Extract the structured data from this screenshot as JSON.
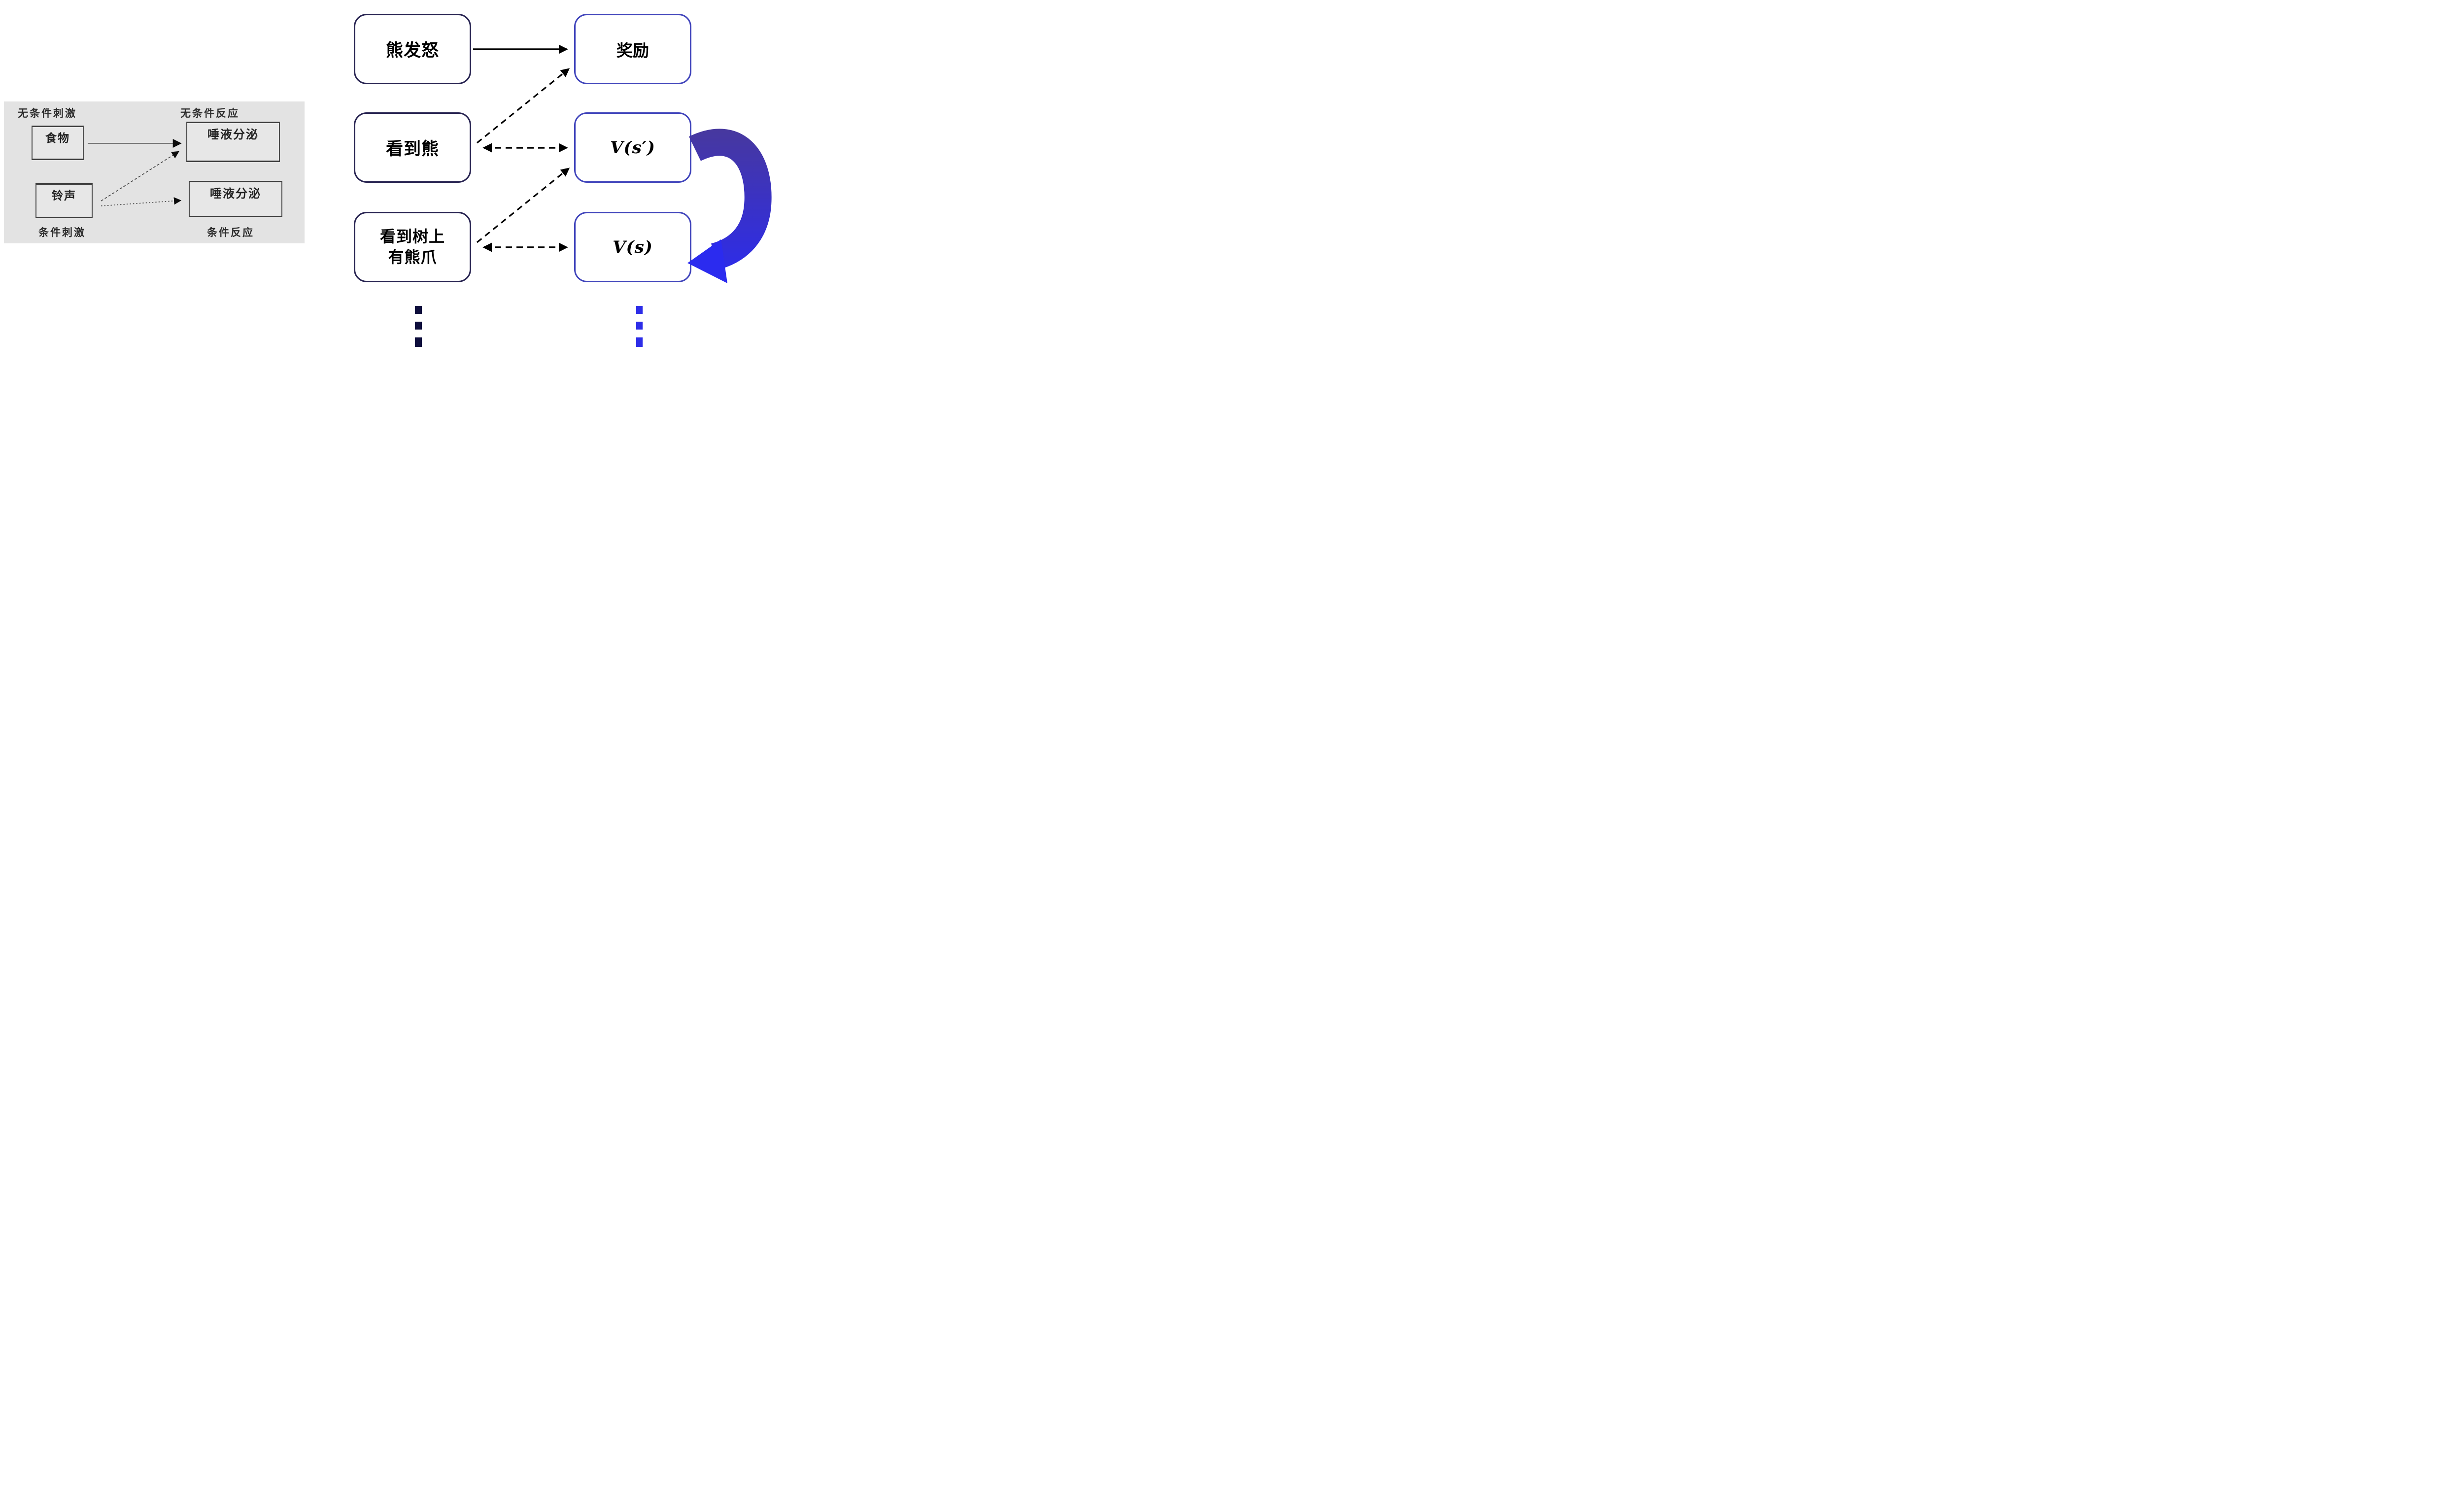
{
  "pavlov_panel": {
    "label_unconditioned_stimulus": "无条件刺激",
    "label_unconditioned_response": "无条件反应",
    "label_conditioned_stimulus": "条件刺激",
    "label_conditioned_response": "条件反应",
    "box_food": "食物",
    "box_salivation_top": "唾液分泌",
    "box_salivation_bottom": "唾液分泌",
    "colors": {
      "panel_bg": "#e3e3e3",
      "box_border": "#4c4c4c",
      "text": "#2d2d2d"
    }
  },
  "rl_diagram": {
    "stimulus_boxes": [
      {
        "label": "熊发怒"
      },
      {
        "label": "看到熊"
      },
      {
        "label_line1": "看到树上",
        "label_line2": "有熊爪"
      }
    ],
    "value_boxes": [
      {
        "label": "奖励"
      },
      {
        "label": "V(s′)"
      },
      {
        "label": "V(s)"
      }
    ],
    "colors": {
      "stimulus_border": "#262250",
      "value_border": "#4044bb",
      "arrow_black": "#000000",
      "loop_arrow_top": "#47389f",
      "loop_arrow_bottom": "#2b2bef",
      "ellipsis_left": "#0e0e3c",
      "ellipsis_right": "#2d2de8"
    }
  }
}
